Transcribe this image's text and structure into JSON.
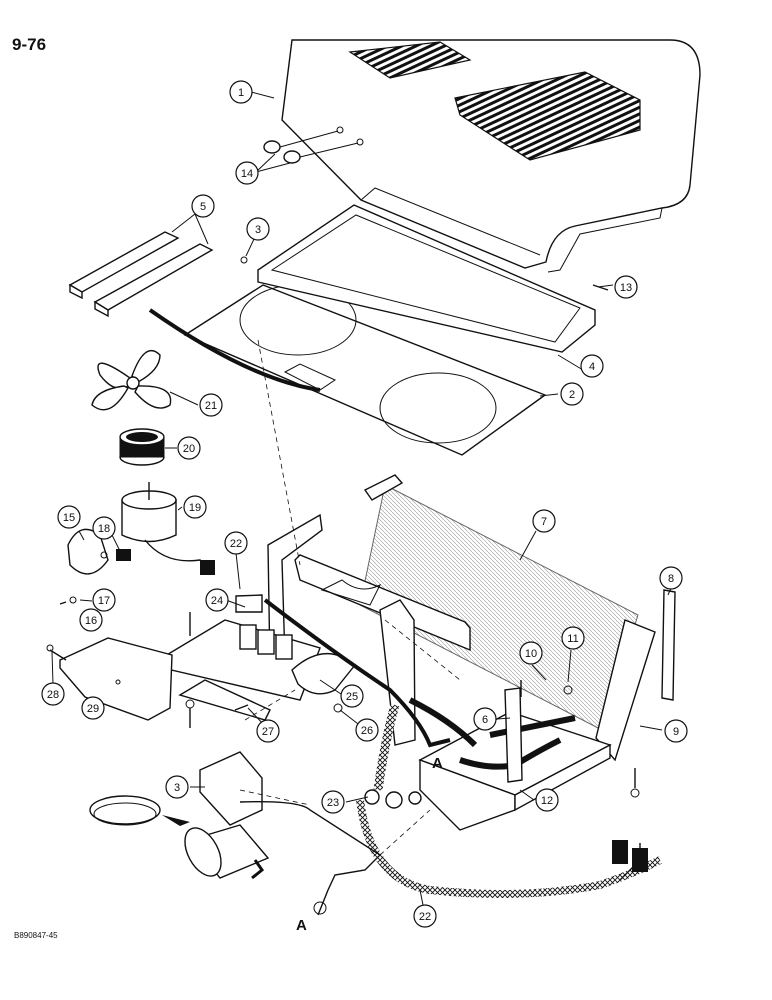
{
  "page_number": "9-76",
  "figure_code": "B890847-45",
  "view_marker": "A",
  "callouts": [
    "1",
    "14",
    "5",
    "3",
    "13",
    "4",
    "2",
    "21",
    "20",
    "19",
    "15",
    "18",
    "22",
    "7",
    "8",
    "17",
    "16",
    "24",
    "10",
    "11",
    "28",
    "29",
    "27",
    "26",
    "25",
    "6",
    "9",
    "3",
    "23",
    "12",
    "22"
  ]
}
